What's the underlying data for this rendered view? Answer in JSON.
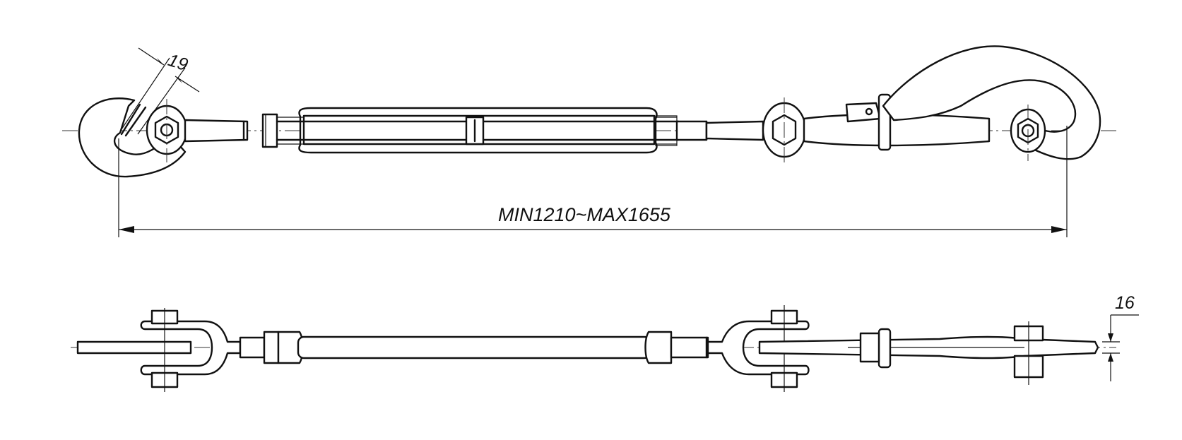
{
  "dimensions": {
    "overall_length": "MIN1210~MAX1655",
    "hook_opening": "19",
    "thickness": "16"
  },
  "colors": {
    "line": "#111111",
    "background": "#ffffff"
  }
}
